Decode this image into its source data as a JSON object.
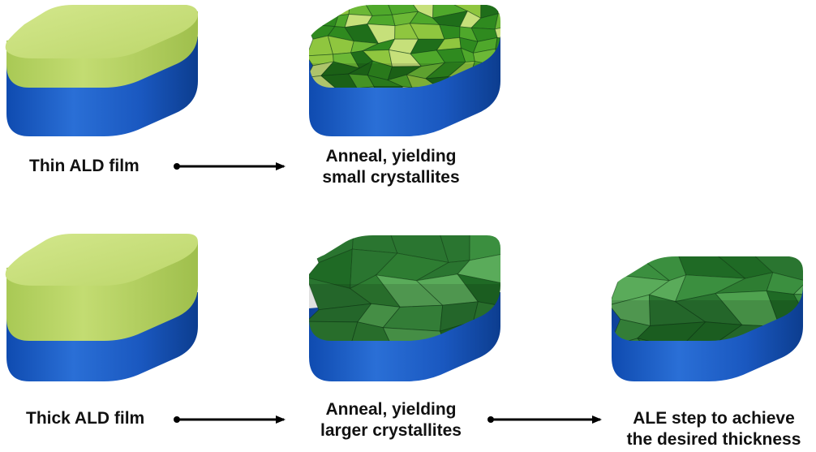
{
  "labels": {
    "thin_film": "Thin ALD film",
    "anneal_small_1": "Anneal, yielding",
    "anneal_small_2": "small crystallites",
    "thick_film": "Thick ALD film",
    "anneal_large_1": "Anneal, yielding",
    "anneal_large_2": "larger crystallites",
    "ale_1": "ALE step to achieve",
    "ale_2": "the desired thickness"
  },
  "colors": {
    "substrate": "#1c5fc4",
    "substrate_dark": "#0e3f93",
    "film": "#c7de78",
    "film_side": "#b2cf5e",
    "small_crystallites": [
      "#8fc63f",
      "#4fa82b",
      "#2f8a1f",
      "#c6e07a",
      "#6cb836",
      "#1f6e1a"
    ],
    "large_crystallites": [
      "#2e7d32",
      "#3b8f3f",
      "#1f6a25",
      "#4fa24f",
      "#2a7530",
      "#5aab5a"
    ],
    "arrow": "#000000"
  }
}
